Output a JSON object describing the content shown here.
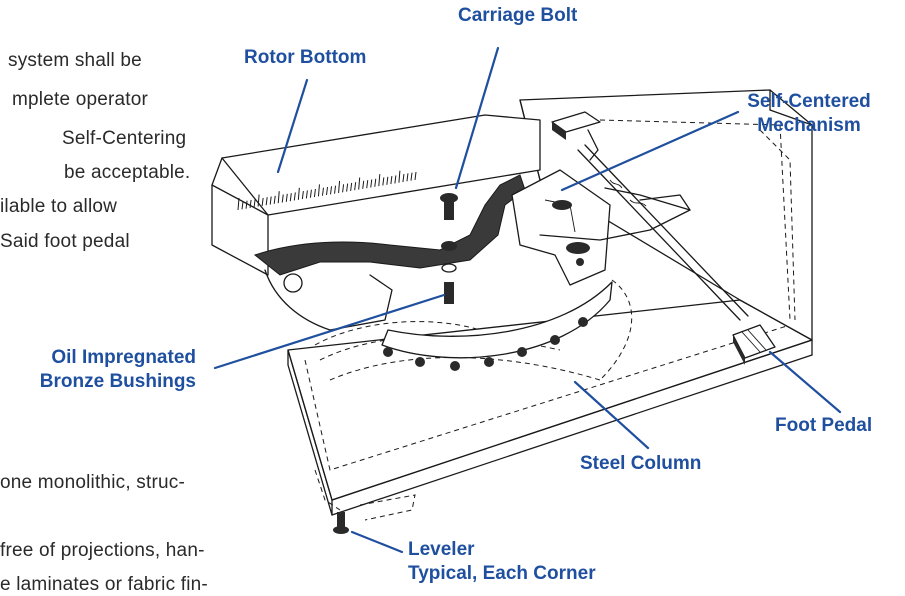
{
  "body_text": {
    "lines": [
      "system shall be",
      "mplete operator",
      "Self-Centering",
      "be acceptable.",
      "ilable to allow",
      "Said foot pedal",
      "one monolithic, struc-",
      "free of projections, han-",
      "e laminates or fabric fin-"
    ]
  },
  "callouts": {
    "carriage_bolt": "Carriage Bolt",
    "rotor_bottom": "Rotor Bottom",
    "self_centered_line1": "Self-Centered",
    "self_centered_line2": "Mechanism",
    "oil_line1": "Oil Impregnated",
    "oil_line2": "Bronze Bushings",
    "foot_pedal": "Foot Pedal",
    "steel_column": "Steel Column",
    "leveler_line1": "Leveler",
    "leveler_line2": "Typical, Each Corner"
  },
  "colors": {
    "callout_text": "#1f4f9f",
    "leader_line": "#1f4f9f",
    "drawing_ink": "#1a1a1a",
    "body_text": "#2a2a2a"
  }
}
